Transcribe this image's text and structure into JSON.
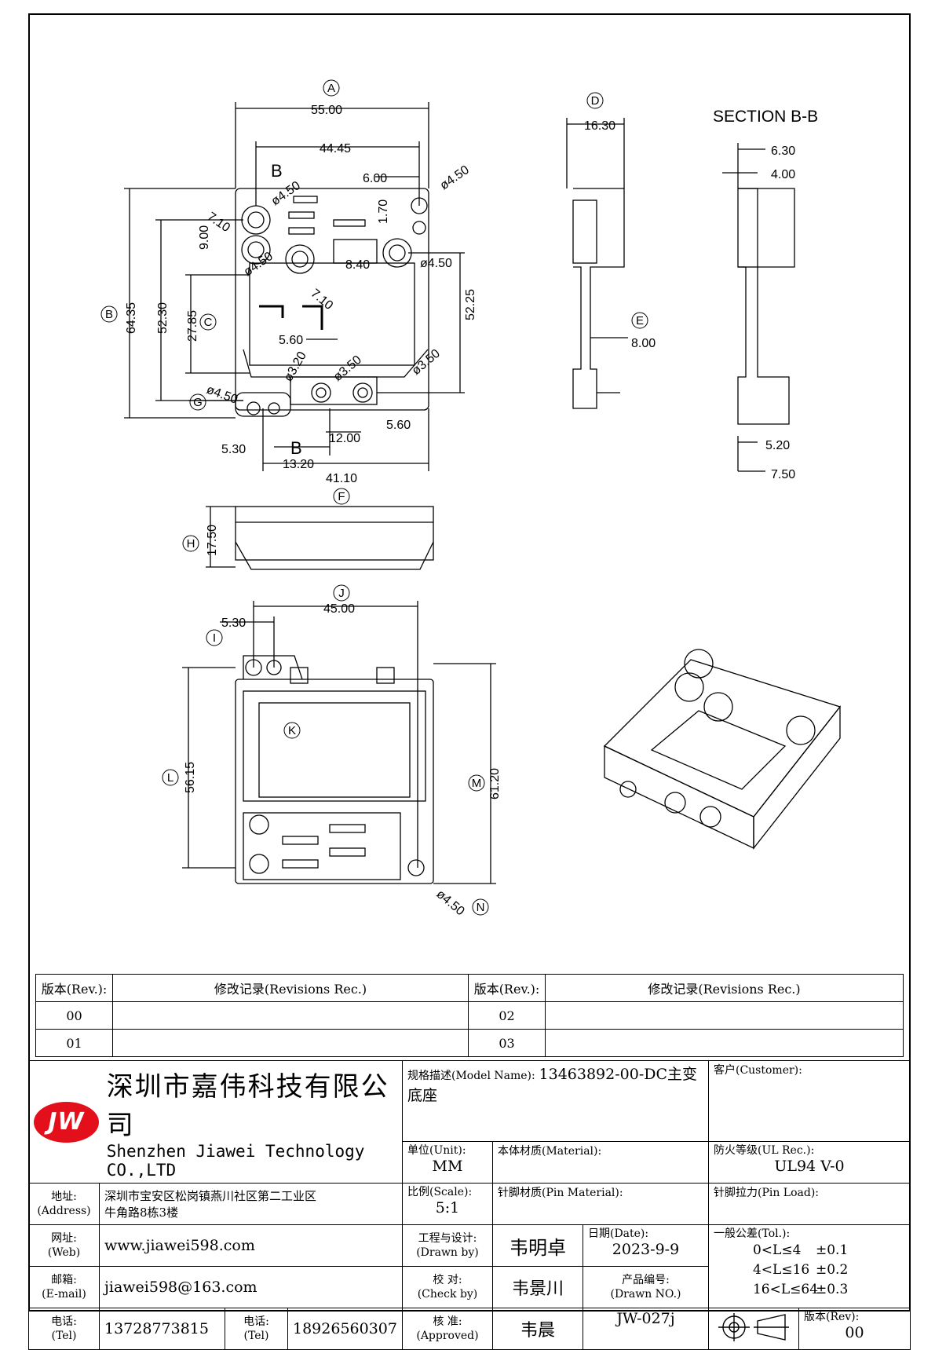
{
  "labels": {
    "A": "A",
    "B": "B",
    "C": "C",
    "D": "D",
    "E": "E",
    "F": "F",
    "G": "G",
    "H": "H",
    "I": "I",
    "J": "J",
    "K": "K",
    "L": "L",
    "M": "M",
    "N": "N"
  },
  "section_title": "SECTION B-B",
  "section_mark": "B",
  "dims_top": [
    "55.00",
    "44.45",
    "6.00",
    "ø4.50",
    "1.70",
    "7.10",
    "9.00",
    "ø4.50",
    "8.40",
    "ø4.50",
    "ø4.50",
    "7.10",
    "64.35",
    "52.30",
    "27.85",
    "52.25",
    "5.60",
    "ø3.20",
    "ø3.50",
    "ø3.50",
    "ø4.50",
    "5.30",
    "12.00",
    "5.60",
    "13.20",
    "41.10"
  ],
  "dims_side": [
    "16.30",
    "8.00"
  ],
  "dims_section": [
    "6.30",
    "4.00",
    "5.20",
    "7.50"
  ],
  "dims_front": [
    "17.50"
  ],
  "dims_bottom": [
    "45.00",
    "5.30",
    "56.15",
    "61.20",
    "ø4.50"
  ],
  "revisions": {
    "header_rev": "版本(Rev.):",
    "header_rec": "修改记录(Revisions Rec.)",
    "rows": [
      [
        "00",
        "",
        "02",
        ""
      ],
      [
        "01",
        "",
        "03",
        ""
      ]
    ]
  },
  "title_block": {
    "logo": "JW",
    "company_cn": "深圳市嘉伟科技有限公司",
    "company_en": "Shenzhen Jiawei Technology CO.,LTD",
    "model_label": "规格描述(Model Name):",
    "model_value": "13463892-00-DC主变底座",
    "customer_label": "客户(Customer):",
    "unit_label": "单位(Unit):",
    "unit_value": "MM",
    "material_label": "本体材质(Material):",
    "ul_label": "防火等级(UL Rec.):",
    "ul_value": "UL94 V-0",
    "address_label": "地址:",
    "address_label_en": "(Address)",
    "address_line1": "深圳市宝安区松岗镇燕川社区第二工业区",
    "address_line2": "牛角路8栋3楼",
    "scale_label": "比例(Scale):",
    "scale_value": "5:1",
    "pin_material_label": "针脚材质(Pin Material):",
    "pin_load_label": "针脚拉力(Pin Load):",
    "web_label": "网址:",
    "web_label_en": "(Web)",
    "web_value": "www.jiawei598.com",
    "drawn_label": "工程与设计:",
    "drawn_label_en": "(Drawn by)",
    "drawn_value": "韦明卓",
    "date_label": "日期(Date):",
    "date_value": "2023-9-9",
    "tol_label": "一般公差(Tol.):",
    "tol_rows": [
      [
        "0<L≤4",
        "±0.1"
      ],
      [
        "4<L≤16",
        "±0.2"
      ],
      [
        "16<L≤64",
        "±0.3"
      ]
    ],
    "email_label": "邮箱:",
    "email_label_en": "(E-mail)",
    "email_value": "jiawei598@163.com",
    "check_label": "校  对:",
    "check_label_en": "(Check by)",
    "check_value": "韦景川",
    "drawing_no_label": "产品编号:",
    "drawing_no_label_en": "(Drawn NO.)",
    "drawing_no_value": "JW-027j",
    "tel_label": "电话:",
    "tel_label_en": "(Tel)",
    "tel_value1": "13728773815",
    "tel_value2": "18926560307",
    "approved_label": "核  准:",
    "approved_label_en": "(Approved)",
    "approved_value": "韦晨",
    "rev_label": "版本(Rev):",
    "rev_value": "00"
  }
}
